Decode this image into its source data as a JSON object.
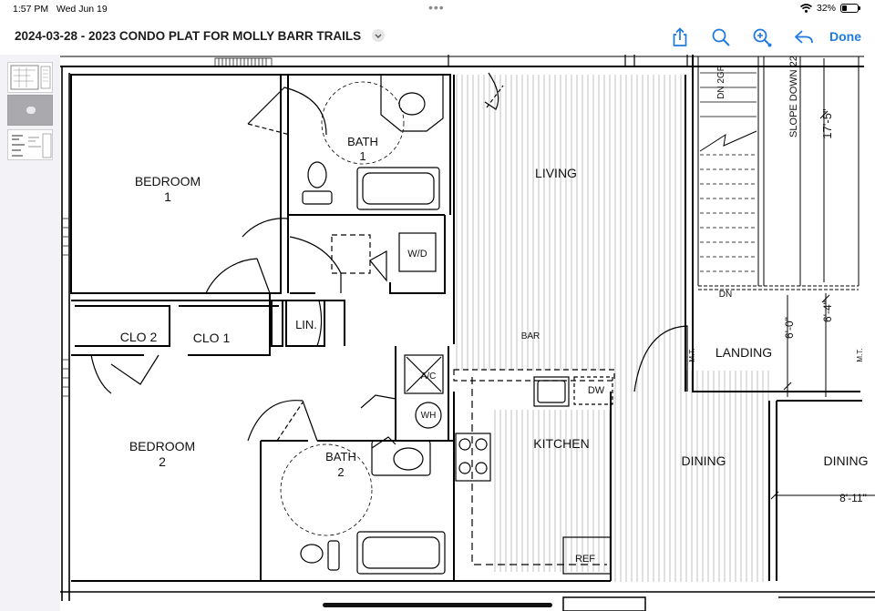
{
  "status_bar": {
    "time": "1:57 PM",
    "date": "Wed Jun 19",
    "battery": "32%",
    "battery_level": 0.32
  },
  "toolbar": {
    "title": "2024-03-28 - 2023 CONDO PLAT FOR MOLLY BARR TRAILS",
    "done_label": "Done",
    "icons": [
      "share-icon",
      "search-icon",
      "markup-icon",
      "reply-icon"
    ]
  },
  "sidebar": {
    "thumbnails": [
      {
        "selected": false
      },
      {
        "selected": true
      },
      {
        "selected": false
      }
    ]
  },
  "floorplan": {
    "rooms": {
      "bedroom1": [
        "BEDROOM",
        "1"
      ],
      "bath1": [
        "BATH",
        "1"
      ],
      "living": "LIVING",
      "wd": "W/D",
      "clo2": "CLO 2",
      "clo1": "CLO 1",
      "lin": "LIN.",
      "ac": "A/C",
      "wh": "WH",
      "bar": "BAR",
      "dw": "DW",
      "bedroom2": [
        "BEDROOM",
        "2"
      ],
      "bath2": [
        "BATH",
        "2"
      ],
      "kitchen": "KITCHEN",
      "ref": "REF",
      "dining": "DINING",
      "dining2": "DINING",
      "landing": "LANDING"
    },
    "annotations": {
      "dn_2gr": "DN 2GR",
      "slope_down": "SLOPE DOWN 22",
      "dim_17_5": "17'-5\"",
      "dn": "DN",
      "dim_6_0": "6'-0\"",
      "dim_6_4": "6'-4\"",
      "dim_8_11": "8'-11\"",
      "mt1": "M.T.",
      "mt2": "M.T."
    }
  }
}
